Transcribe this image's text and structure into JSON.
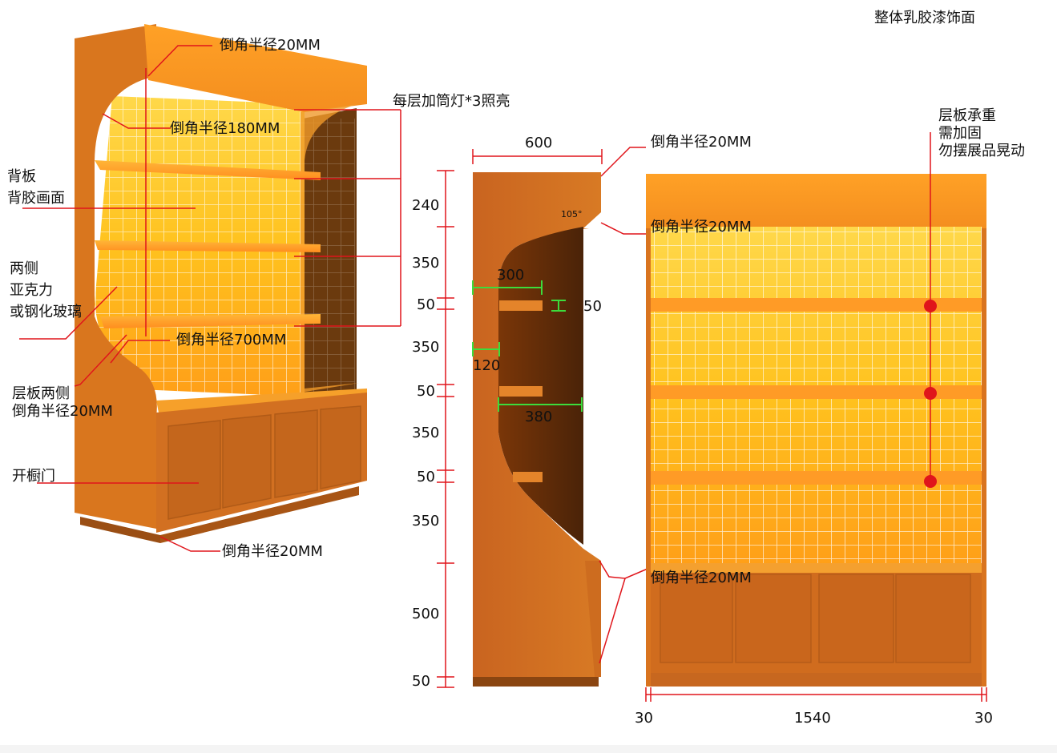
{
  "title": "整体乳胶漆饰面",
  "perspective": {
    "labels": {
      "top_radius": "倒角半径20MM",
      "lights": "每层加筒灯*3照亮",
      "inner_radius": "倒角半径180MM",
      "back_panel": [
        "背板",
        "背胶画面"
      ],
      "side_panels": [
        "两侧",
        "亚克力",
        "或钢化玻璃"
      ],
      "curve_radius": "倒角半径700MM",
      "shelf_sides": [
        "层板两侧",
        "倒角半径20MM"
      ],
      "doors": "开橱门",
      "base_radius": "倒角半径20MM"
    }
  },
  "side_view": {
    "width_label": "600",
    "top_radius": "倒角半径20MM",
    "angle": "105°",
    "inner_radius": "倒角半径20MM",
    "heights": [
      "240",
      "350",
      "50",
      "350",
      "50",
      "350",
      "50",
      "350",
      "500",
      "50"
    ],
    "shelf_depth_300": "300",
    "shelf_depth_120": "120",
    "shelf_depth_380": "380",
    "shelf_thickness": "50"
  },
  "front_view": {
    "load_note": [
      "层板承重",
      "需加固",
      "勿摆展品晃动"
    ],
    "counter_radius": "倒角半径20MM",
    "widths": [
      "30",
      "1540",
      "30"
    ]
  },
  "colors": {
    "cabinet": "#d26f1c",
    "cabinet_light": "#f39a25",
    "glow": "#ffd52a",
    "grid": "#ffffff",
    "dim_red": "#e0151b",
    "dim_green": "#3cdc3c"
  }
}
